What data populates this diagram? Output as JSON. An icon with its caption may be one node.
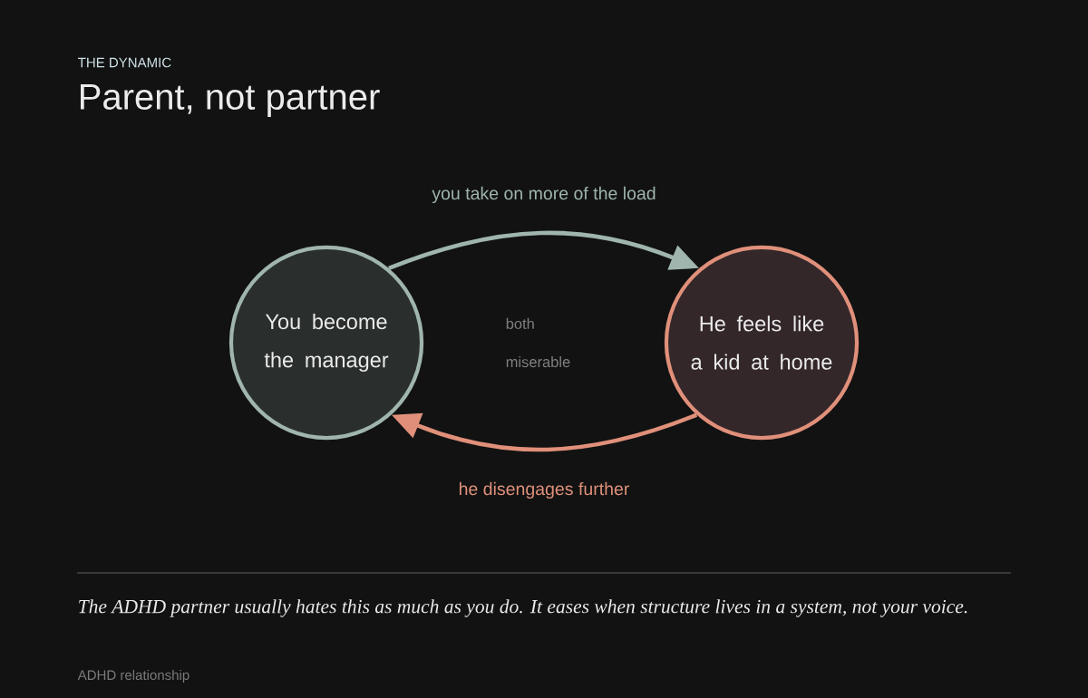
{
  "diagram": {
    "title": "Parent, not partner",
    "caption": "The ADHD partner usually hates this as much as you do. It eases when structure lives in a system, not your voice.",
    "nodes": [
      {
        "text": [
          "You become the manager"
        ]
      },
      {
        "text": [
          "He feels like a kid at home"
        ]
      }
    ],
    "edges": [
      {
        "from": 0,
        "to": 1,
        "arrow": "to",
        "label": "you take on more of the load",
        "color": "#9fb5ad"
      },
      {
        "from": 1,
        "to": 0,
        "arrow": "to",
        "label": "he disengages further",
        "color": "#e0907a"
      }
    ],
    "labels": [
      "THE DYNAMIC",
      "both miserable",
      "ADHD relationship"
    ]
  }
}
